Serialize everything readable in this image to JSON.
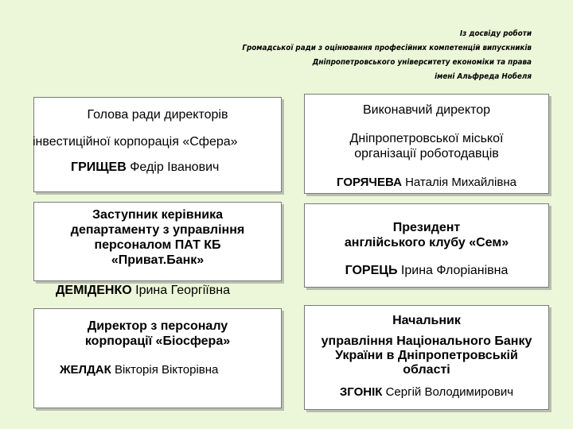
{
  "header": {
    "lines": [
      "Із досвіду роботи",
      "Громадської ради з оцінювання професійних компетенцій випускників",
      "Дніпропетровського університету економіки та права",
      "імені Альфреда Нобеля"
    ]
  },
  "left": [
    {
      "role": [
        "Голова ради директорів",
        "інвестиційної корпорація «Сфера»"
      ],
      "surname": "ГРИЩЕВ",
      "given": "Федір Іванович"
    },
    {
      "role": [
        "Заступник керівника",
        "департаменту з управління",
        "персоналом ПАТ КБ",
        "«Приват.Банк»"
      ],
      "surname": "ДЕМІДЕНКО",
      "given": "Ірина Георгіївна"
    },
    {
      "role": [
        "Директор з персоналу",
        "корпорації «Біосфера»"
      ],
      "surname": "ЖЕЛДАК",
      "given": "Вікторія Вікторівна"
    }
  ],
  "right": [
    {
      "role": [
        "Виконавчий директор",
        "Дніпропетровської міської",
        "організації роботодавців"
      ],
      "surname": "ГОРЯЧЕВА",
      "given": "Наталія Михайлівна"
    },
    {
      "role": [
        "Президент",
        "англійського клубу «Сем»"
      ],
      "surname": "ГОРЕЦЬ",
      "given": "Ірина Флоріанівна"
    },
    {
      "role": [
        "Начальник",
        "управління Національного Банку",
        "України в Дніпропетровській",
        "області"
      ],
      "surname": "ЗГОНІК",
      "given": "Сергій Володимирович"
    }
  ]
}
